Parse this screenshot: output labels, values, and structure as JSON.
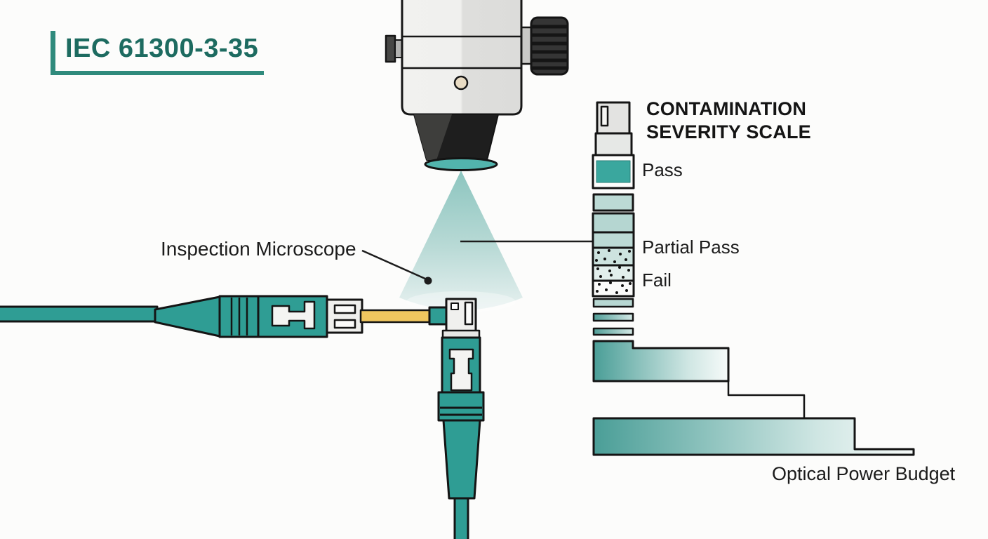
{
  "page": {
    "background_color": "#fcfcfb",
    "standard": {
      "label": "IEC 61300-3-35",
      "color": "#1d6b60",
      "accent_color": "#2f8a7c"
    }
  },
  "microscope": {
    "label": "Inspection Microscope",
    "body_color": "#efefed",
    "knob_color": "#333333",
    "lens_color": "#52b4ad",
    "beam_color_top": "#8cc5bf",
    "beam_color_bottom": "#e7f1f0"
  },
  "patch_cord": {
    "cable_color": "#2f9d94",
    "ferrule_color": "#f0c65f"
  },
  "severity_scale": {
    "title_line1": "CONTAMINATION",
    "title_line2": "SEVERITY SCALE",
    "levels": [
      {
        "label": "Pass",
        "color": "#3aa79e"
      },
      {
        "label": "Partial Pass",
        "color": "#bcdad5"
      },
      {
        "label": "Fail",
        "color": "#e2eeec"
      }
    ]
  },
  "power_budget": {
    "label": "Optical Power Budget",
    "gradient_start": "#4a9e97",
    "gradient_end": "#f3f8f8"
  }
}
